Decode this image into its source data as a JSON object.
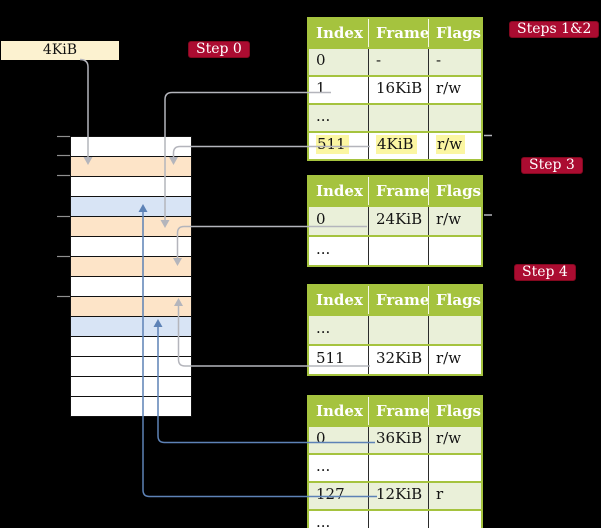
{
  "kib_box": {
    "label": "4KiB"
  },
  "steps": {
    "step0": "Step 0",
    "steps12": "Steps 1&2",
    "step3": "Step 3",
    "step4": "Step 4"
  },
  "tables": [
    {
      "headers": [
        "Index",
        "Frame",
        "Flags"
      ],
      "rows": [
        {
          "cells": [
            "0",
            "-",
            "-"
          ],
          "highlight": false
        },
        {
          "cells": [
            "1",
            "16KiB",
            "r/w"
          ],
          "highlight": false
        },
        {
          "cells": [
            "...",
            "",
            ""
          ],
          "highlight": false
        },
        {
          "cells": [
            "511",
            "4KiB",
            "r/w"
          ],
          "highlight": true
        }
      ]
    },
    {
      "headers": [
        "Index",
        "Frame",
        "Flags"
      ],
      "rows": [
        {
          "cells": [
            "0",
            "24KiB",
            "r/w"
          ],
          "highlight": false
        },
        {
          "cells": [
            "...",
            "",
            ""
          ],
          "highlight": false
        }
      ]
    },
    {
      "headers": [
        "Index",
        "Frame",
        "Flags"
      ],
      "rows": [
        {
          "cells": [
            "...",
            "",
            ""
          ],
          "highlight": false
        },
        {
          "cells": [
            "511",
            "32KiB",
            "r/w"
          ],
          "highlight": false
        }
      ]
    },
    {
      "headers": [
        "Index",
        "Frame",
        "Flags"
      ],
      "rows": [
        {
          "cells": [
            "0",
            "36KiB",
            "r/w"
          ],
          "highlight": false
        },
        {
          "cells": [
            "...",
            "",
            ""
          ],
          "highlight": false
        },
        {
          "cells": [
            "127",
            "12KiB",
            "r"
          ],
          "highlight": false
        },
        {
          "cells": [
            "...",
            "",
            ""
          ],
          "highlight": false
        }
      ]
    }
  ],
  "memory": {
    "rows": [
      {
        "kind": "free"
      },
      {
        "kind": "table"
      },
      {
        "kind": "free"
      },
      {
        "kind": "page"
      },
      {
        "kind": "table"
      },
      {
        "kind": "free"
      },
      {
        "kind": "table"
      },
      {
        "kind": "free"
      },
      {
        "kind": "table"
      },
      {
        "kind": "page"
      },
      {
        "kind": "free"
      },
      {
        "kind": "free"
      },
      {
        "kind": "free"
      },
      {
        "kind": "free"
      }
    ]
  },
  "colors": {
    "background": "#000000",
    "table_green": "#a5c33e",
    "row_green": "#eaf0d9",
    "row_white": "#ffffff",
    "memory_table_frame": "#fde4c8",
    "memory_mapped_page": "#d8e4f5",
    "step_badge_red": "#ab0c31",
    "kib_box_cream": "#fcf2d0",
    "highlight_yellow": "#fbf6a2",
    "gray_line": "#b4b5bc",
    "blue_line": "#5d82b6",
    "tick_gray": "#8f8f8f"
  }
}
